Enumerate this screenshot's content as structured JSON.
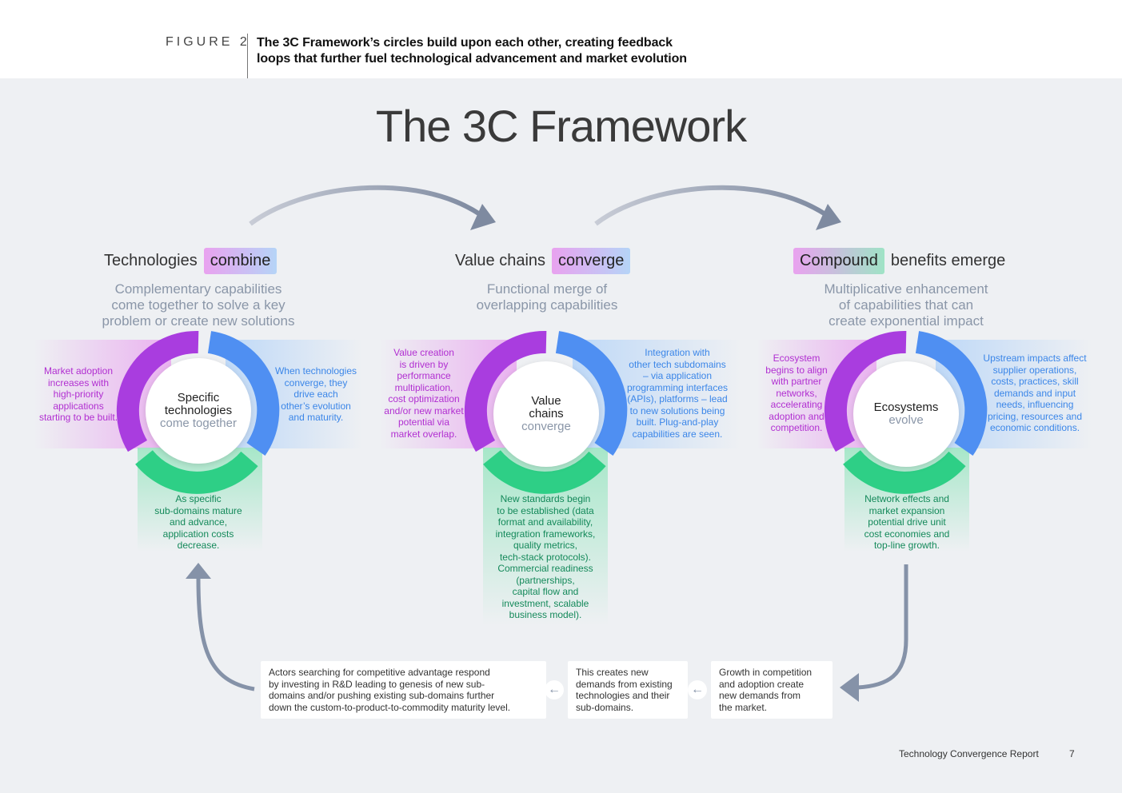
{
  "figure": {
    "label": "FIGURE 2",
    "caption_line1": "The 3C Framework’s circles build upon each other, creating feedback",
    "caption_line2": "loops that further fuel technological advancement and market evolution"
  },
  "title": "The 3C Framework",
  "stages": [
    {
      "head_pre": "Technologies",
      "head_pill": "combine",
      "head_post": "",
      "sub": [
        "Complementary capabilities",
        "come together to solve a key",
        "problem or create new solutions"
      ],
      "center_line1": "Specific",
      "center_line2": "technologies",
      "center_line3": "come together",
      "left_text": [
        "Market adoption",
        "increases with",
        "high-priority",
        "applications",
        "starting to be built."
      ],
      "right_text": [
        "When technologies",
        "converge, they",
        "drive each",
        "other’s evolution",
        "and maturity."
      ],
      "bottom_text": [
        "As specific",
        "sub-domains mature",
        "and advance,",
        "application costs",
        "decrease."
      ]
    },
    {
      "head_pre": "Value chains",
      "head_pill": "converge",
      "head_post": "",
      "sub": [
        "Functional merge of",
        "overlapping capabilities"
      ],
      "center_line1": "Value",
      "center_line2": "chains",
      "center_line3": "converge",
      "left_text": [
        "Value creation",
        "is driven by",
        "performance",
        "multiplication,",
        "cost optimization",
        "and/or new market",
        "potential via",
        "market overlap."
      ],
      "right_text": [
        "Integration with",
        "other tech subdomains",
        "– via application",
        "programming interfaces",
        "(APIs), platforms – lead",
        "to new solutions being",
        "built. Plug-and-play",
        "capabilities are seen."
      ],
      "bottom_text": [
        "New standards begin",
        "to be established (data",
        "format and availability,",
        "integration frameworks,",
        "quality metrics,",
        "tech-stack protocols).",
        "Commercial readiness",
        "(partnerships,",
        "capital flow and",
        "investment, scalable",
        "business model)."
      ]
    },
    {
      "head_pre": "",
      "head_pill": "Compound",
      "head_post": "benefits emerge",
      "sub": [
        "Multiplicative enhancement",
        "of capabilities that can",
        "create exponential impact"
      ],
      "center_line1": "Ecosystems",
      "center_line2": "evolve",
      "center_line3": "",
      "left_text": [
        "Ecosystem",
        "begins to align",
        "with partner",
        "networks,",
        "accelerating",
        "adoption and",
        "competition."
      ],
      "right_text": [
        "Upstream impacts affect",
        "supplier operations,",
        "costs, practices, skill",
        "demands and input",
        "needs, influencing",
        "pricing, resources and",
        "economic conditions."
      ],
      "bottom_text": [
        "Network effects and",
        "market expansion",
        "potential drive unit",
        "cost economies and",
        "top-line growth."
      ]
    }
  ],
  "feedback_boxes": [
    [
      "Actors searching for competitive advantage respond",
      "by investing in R&D leading to genesis of new sub-",
      "domains and/or pushing existing sub-domains further",
      "down the custom-to-product-to-commodity maturity level."
    ],
    [
      "This creates new",
      "demands from existing",
      "technologies and their",
      "sub-domains."
    ],
    [
      "Growth in competition",
      "and adoption create",
      "new demands from",
      "the market."
    ]
  ],
  "footer": {
    "report": "Technology Convergence Report",
    "page": "7"
  },
  "colors": {
    "purple": "#a93ddf",
    "blue": "#4f8ff2",
    "green": "#2ecf86",
    "arrow": "#8592a8"
  }
}
